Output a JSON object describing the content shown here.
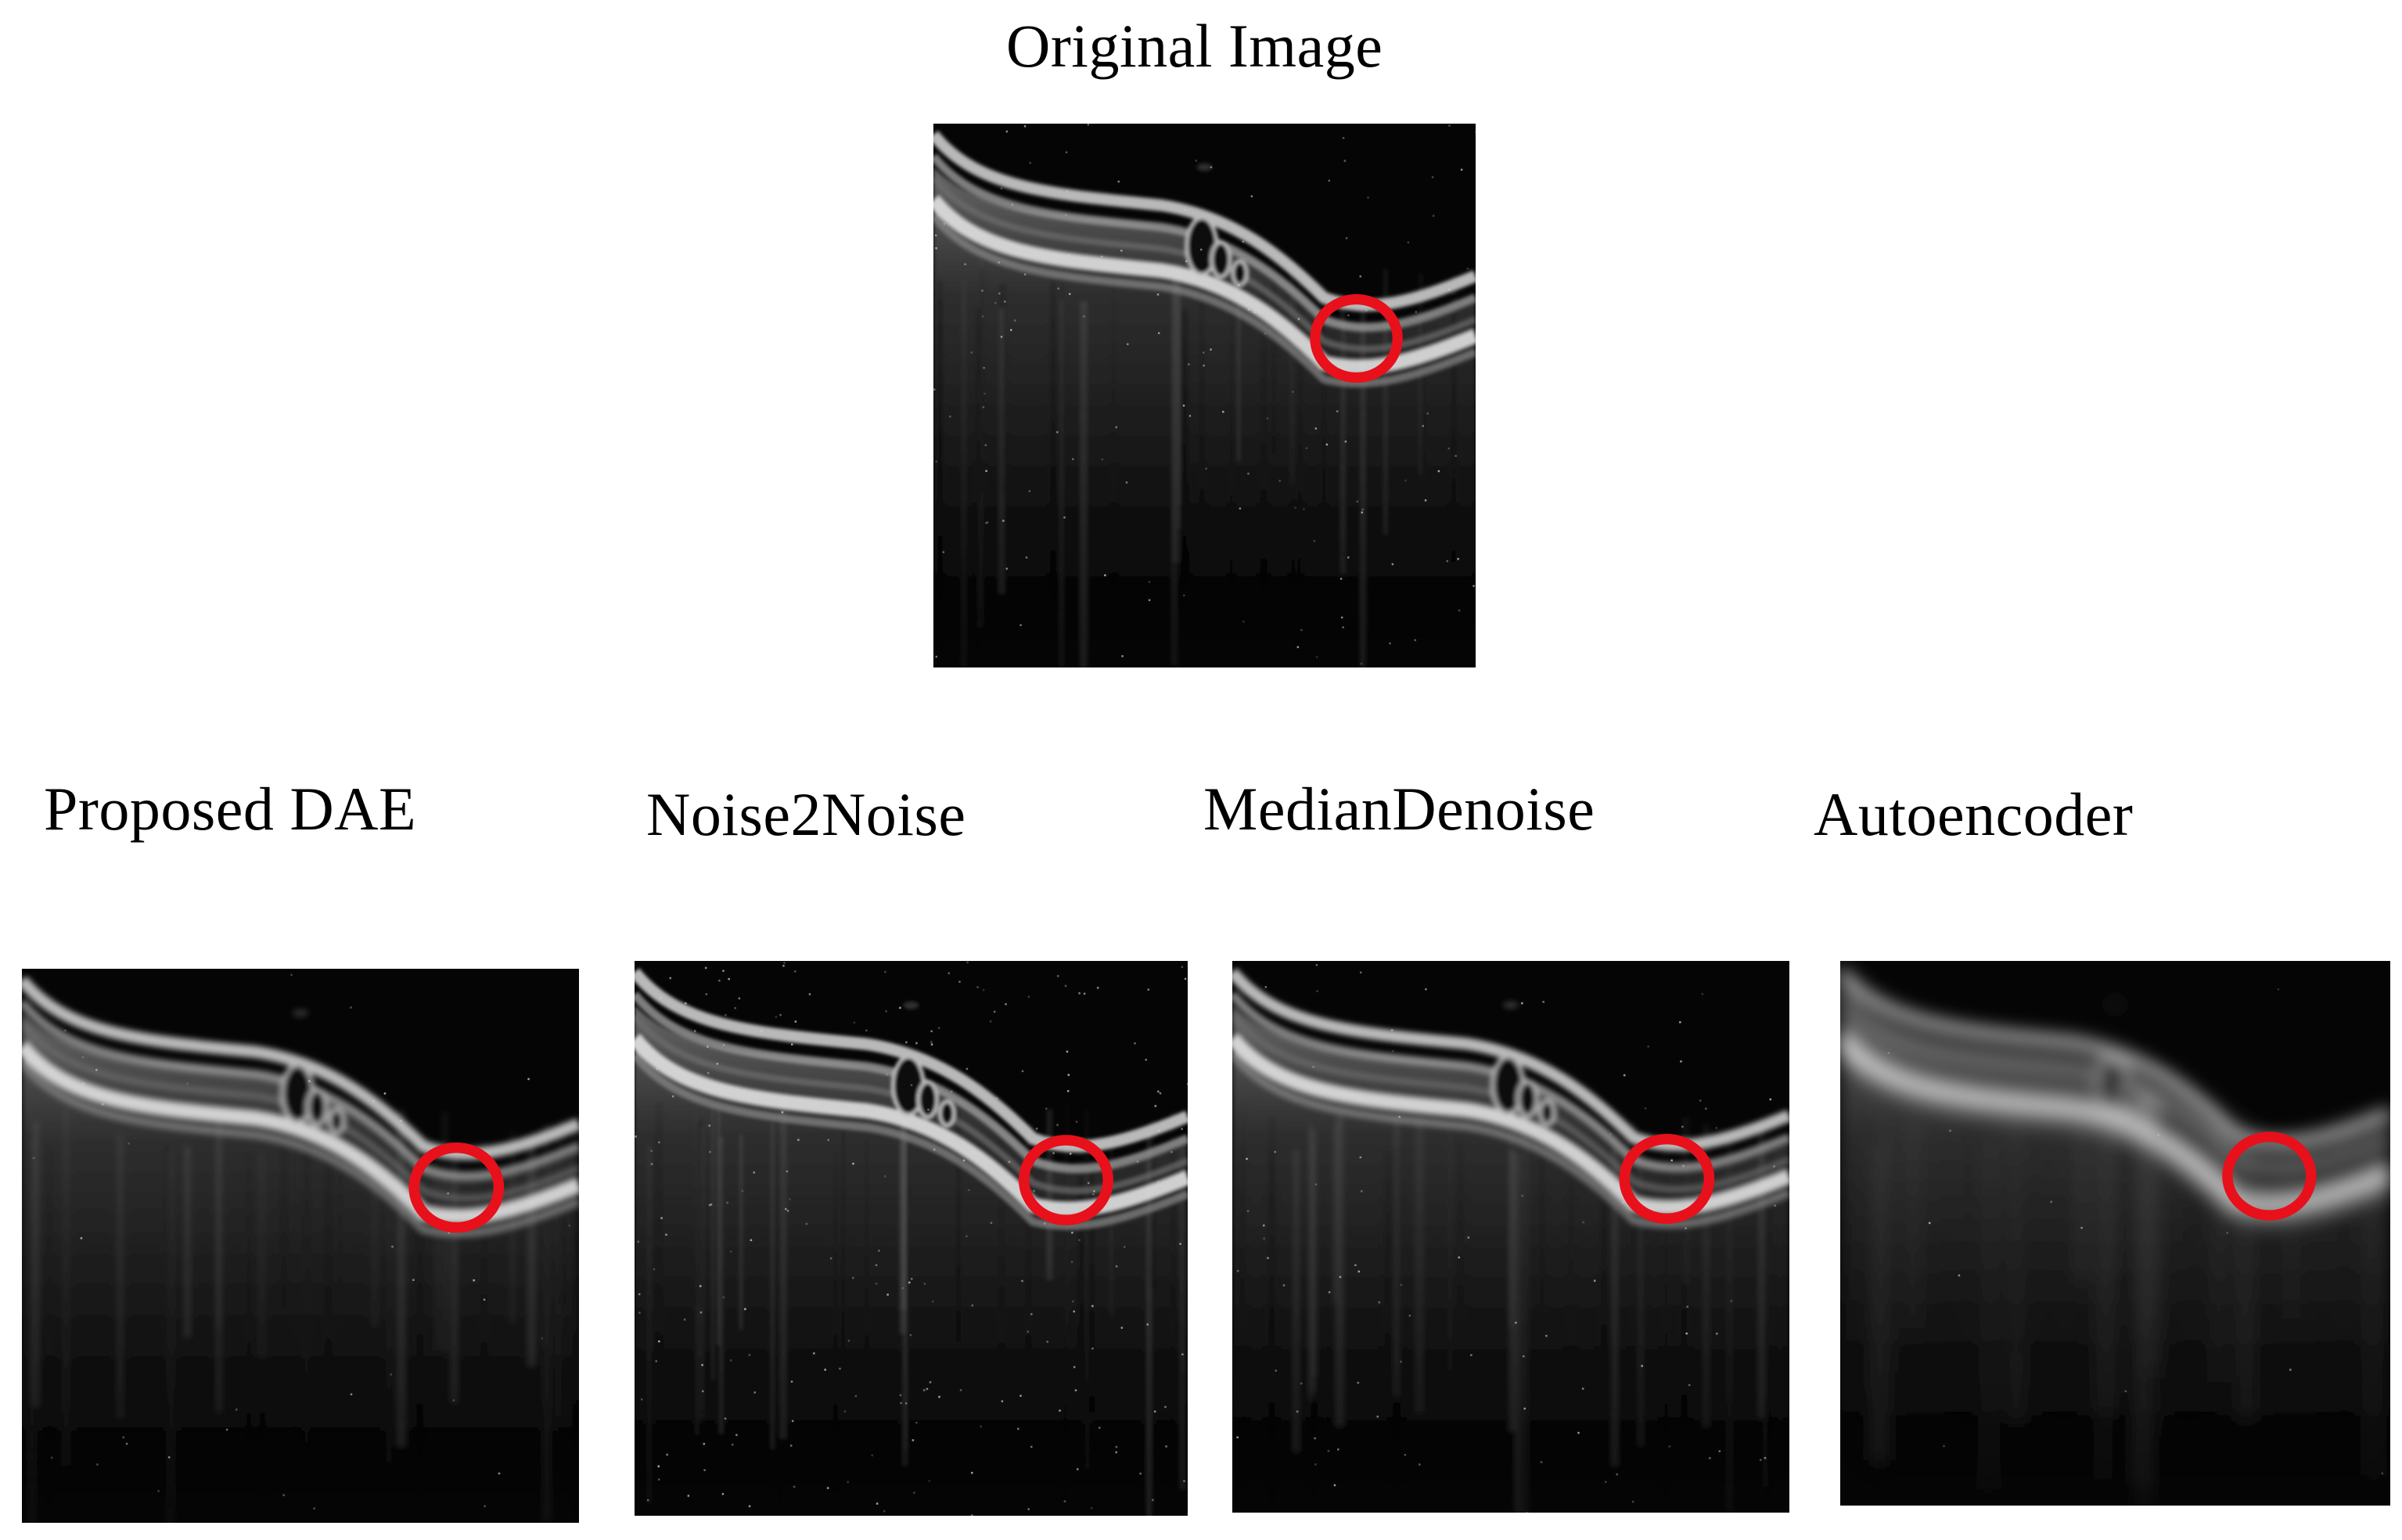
{
  "figure": {
    "original": {
      "title": "Original Image",
      "marker_color": "#e8101a"
    },
    "methods": [
      {
        "title": "Proposed DAE"
      },
      {
        "title": "Noise2Noise"
      },
      {
        "title": "MedianDenoise"
      },
      {
        "title": "Autoencoder"
      }
    ]
  }
}
